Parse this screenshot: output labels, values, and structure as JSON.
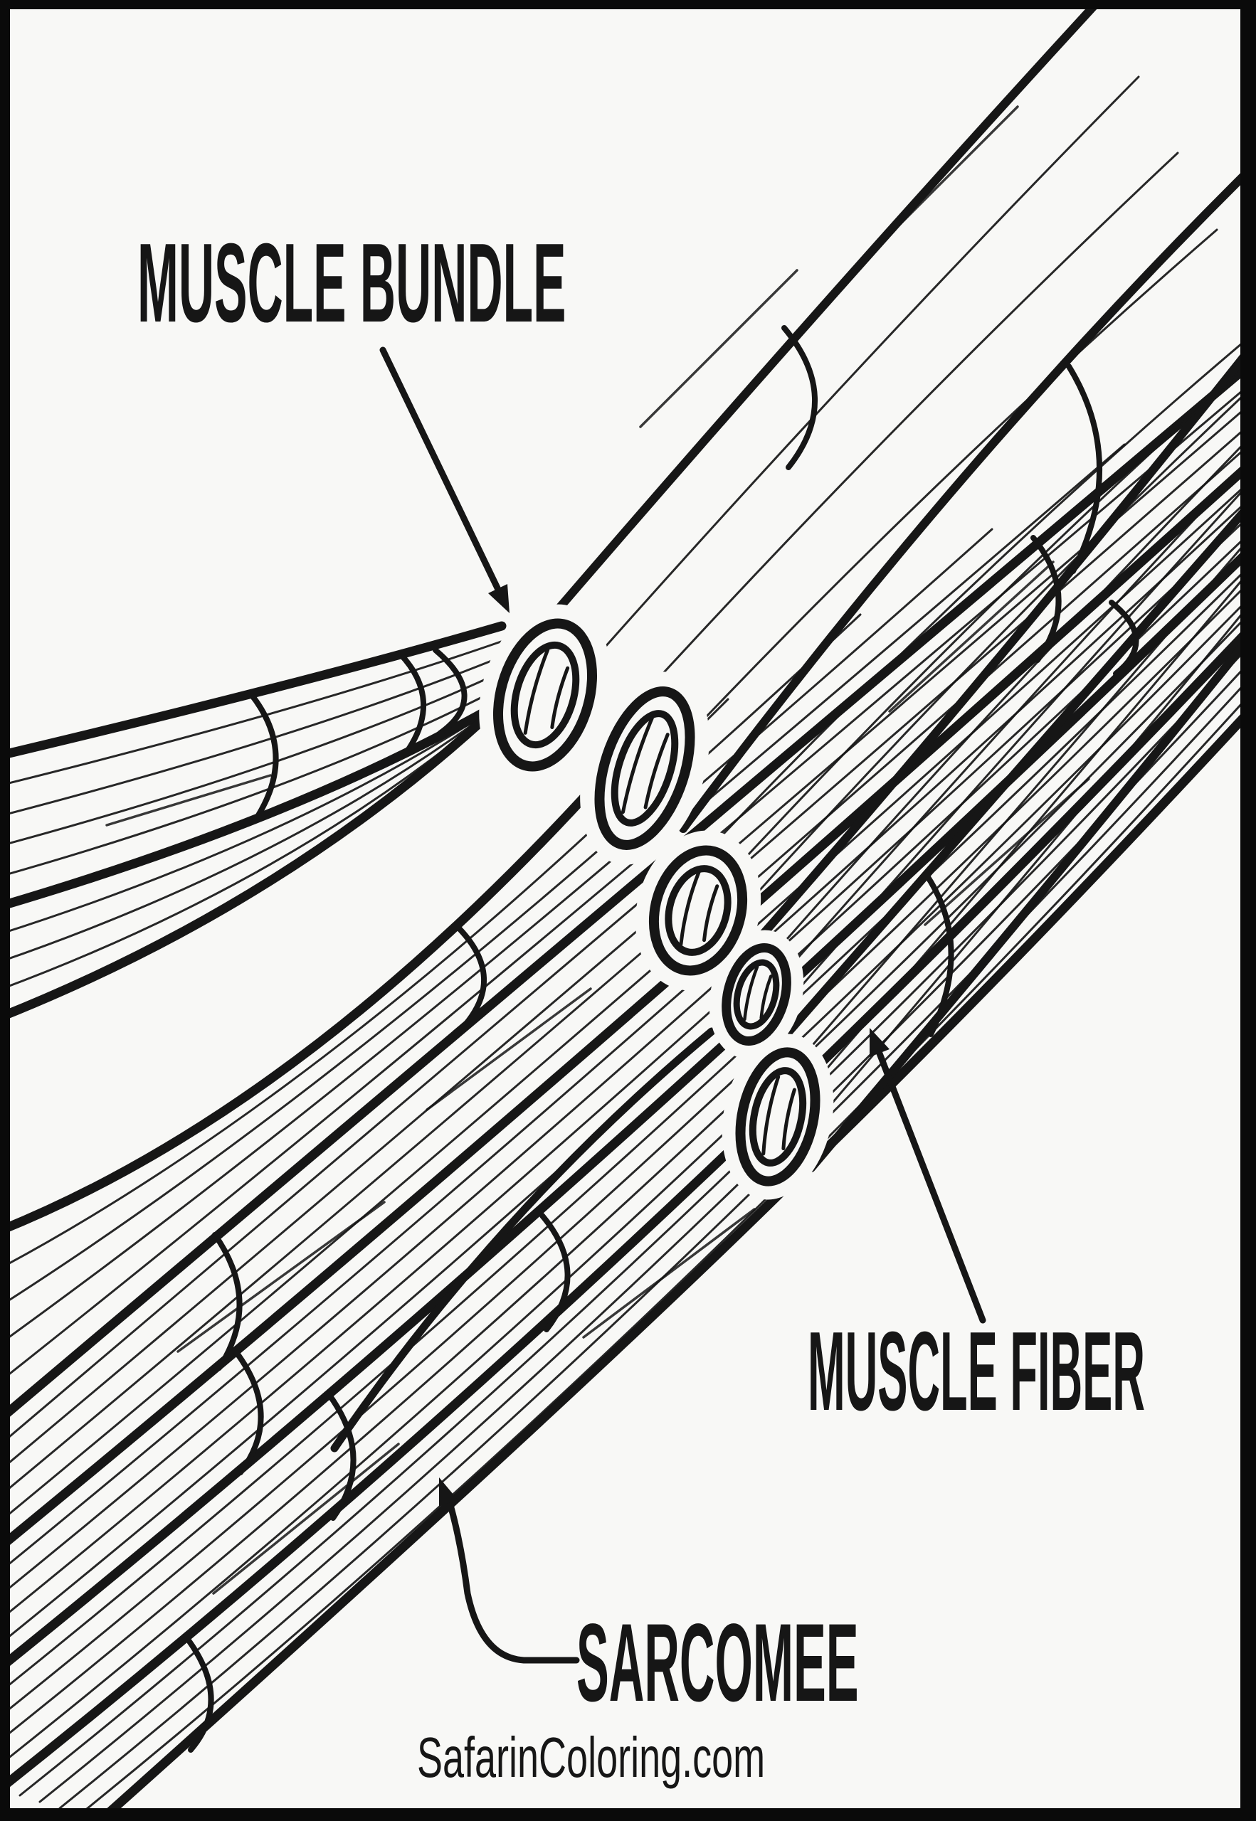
{
  "artwork": {
    "type": "coloring-page-diagram",
    "subject": "skeletal muscle anatomy line drawing"
  },
  "labels": {
    "muscle_bundle": "MUSCLE BUNDLE",
    "muscle_fiber": "MUSCLE FIBER",
    "sarcomere": "SARCOMEE"
  },
  "footer": {
    "website": "SafarinColoring.com"
  },
  "colors": {
    "background": "#f8f8f6",
    "ink": "#161616",
    "frame": "#0a0a0a"
  }
}
